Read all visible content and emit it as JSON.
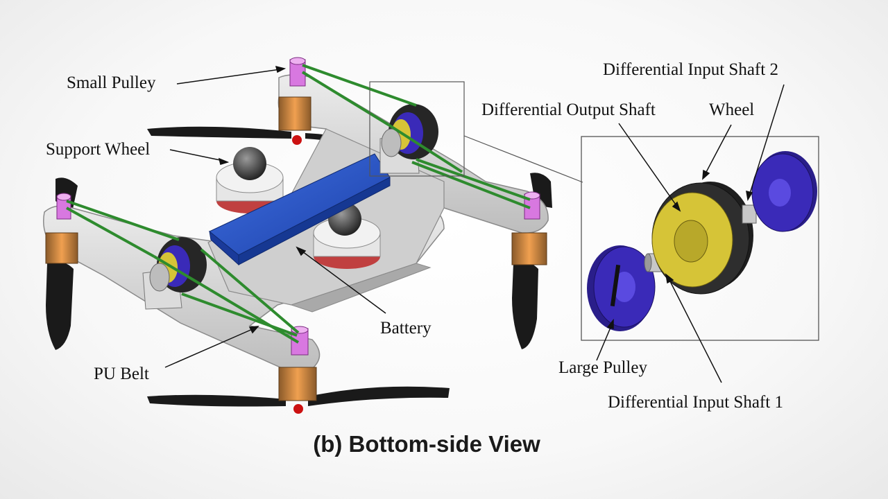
{
  "labels": {
    "small_pulley": "Small Pulley",
    "support_wheel": "Support Wheel",
    "pu_belt": "PU Belt",
    "battery": "Battery",
    "diff_input_shaft_2": "Differential Input Shaft 2",
    "diff_output_shaft": "Differential Output Shaft",
    "wheel": "Wheel",
    "large_pulley": "Large Pulley",
    "diff_input_shaft_1": "Differential Input Shaft 1"
  },
  "caption": "(b) Bottom-side View",
  "colors": {
    "frame": "#d9d9d9",
    "frame_edge": "#8a8a8a",
    "belt": "#2e8b2e",
    "small_pulley": "#d878e0",
    "motor_orange": "#d9893a",
    "battery": "#1e4fc4",
    "large_pulley": "#3a2ab8",
    "wheel_tire": "#262626",
    "wheel_hub": "#d6c437",
    "propeller": "#1a1a1a"
  }
}
